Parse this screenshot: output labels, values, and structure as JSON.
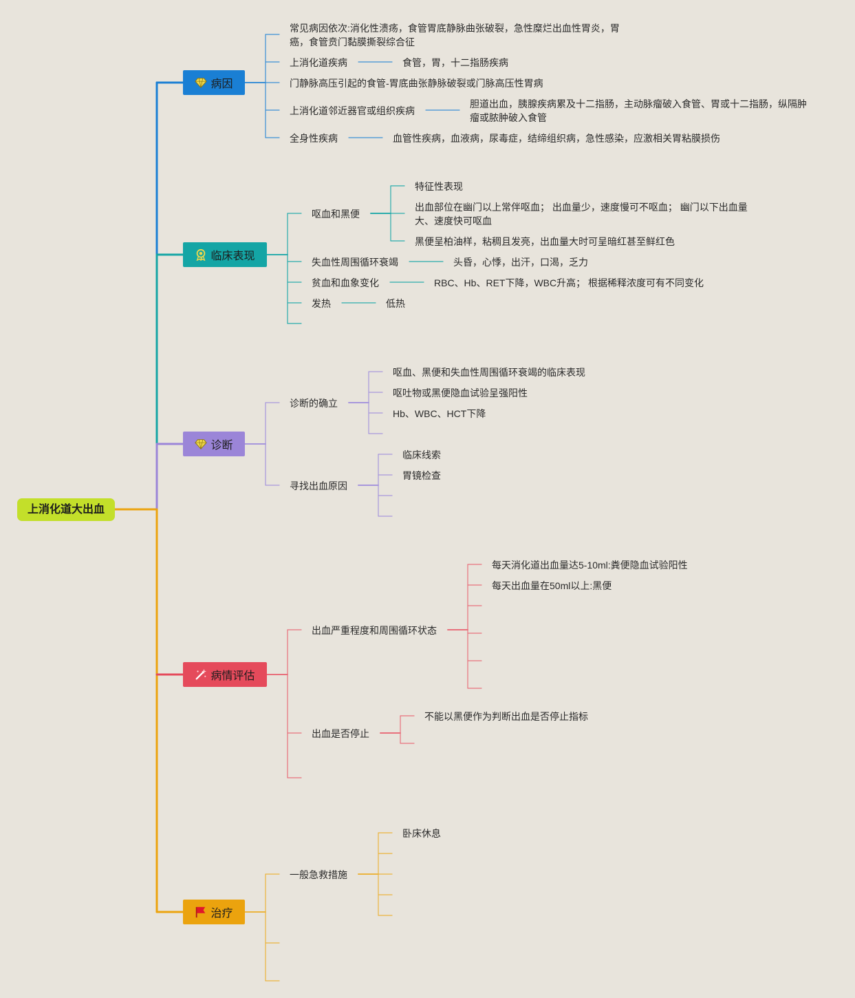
{
  "root": "上消化道大出血",
  "colors": {
    "blue": "#1a7fd4",
    "teal": "#14a5a5",
    "purple": "#9b85d8",
    "red": "#e54a5b",
    "orange": "#eba30e",
    "root": "#c3df2a"
  },
  "branches": {
    "cause": {
      "label": "病因",
      "icon": "diamond-icon",
      "items": {
        "common_order": "常见病因依次:消化性溃疡，食管胃底静脉曲张破裂，急性糜烂出血性胃炎，胃癌，食管贲门黏膜撕裂综合征",
        "ugi_disease": "上消化道疾病",
        "ugi_disease_detail": "食管，胃，十二指肠疾病",
        "portal": "门静脉高压引起的食管-胃底曲张静脉破裂或门脉高压性胃病",
        "adjacent": "上消化道邻近器官或组织疾病",
        "adjacent_detail": "胆道出血，胰腺疾病累及十二指肠，主动脉瘤破入食管、胃或十二指肠，纵隔肿瘤或脓肿破入食管",
        "systemic": "全身性疾病",
        "systemic_detail": "血管性疾病，血液病，尿毒症，结缔组织病，急性感染，应激相关胃粘膜损伤"
      }
    },
    "clinical": {
      "label": "临床表现",
      "icon": "award-icon",
      "items": {
        "hematemesis": "呕血和黑便",
        "characteristic": "特征性表现",
        "site": "出血部位在幽门以上常伴呕血； 出血量少，速度慢可不呕血； 幽门以下出血量大、速度快可呕血",
        "melena": "黑便呈柏油样，粘稠且发亮，出血量大时可呈暗红甚至鲜红色",
        "circulatory": "失血性周围循环衰竭",
        "circulatory_detail": "头昏，心悸，出汗，口渴，乏力",
        "anemia": "贫血和血象变化",
        "anemia_detail": "RBC、Hb、RET下降，WBC升高； 根据稀释浓度可有不同变化",
        "fever": "发热",
        "fever_detail": "低热"
      }
    },
    "diagnosis": {
      "label": "诊断",
      "icon": "diamond-icon",
      "items": {
        "confirm": "诊断的确立",
        "confirm_1": "呕血、黑便和失血性周围循环衰竭的临床表现",
        "confirm_2": "呕吐物或黑便隐血试验呈强阳性",
        "confirm_3": "Hb、WBC、HCT下降",
        "find_cause": "寻找出血原因",
        "find_1": "临床线索",
        "find_2": "胃镜检查"
      }
    },
    "assessment": {
      "label": "病情评估",
      "icon": "wand-icon",
      "items": {
        "severity": "出血严重程度和周围循环状态",
        "severity_1": "每天消化道出血量达5-10ml:粪便隐血试验阳性",
        "severity_2": "每天出血量在50ml以上:黑便",
        "stopped": "出血是否停止",
        "stopped_1": "不能以黑便作为判断出血是否停止指标"
      }
    },
    "treatment": {
      "label": "治疗",
      "icon": "flag-icon",
      "items": {
        "emergency": "一般急救措施",
        "emergency_1": "卧床休息"
      }
    }
  }
}
